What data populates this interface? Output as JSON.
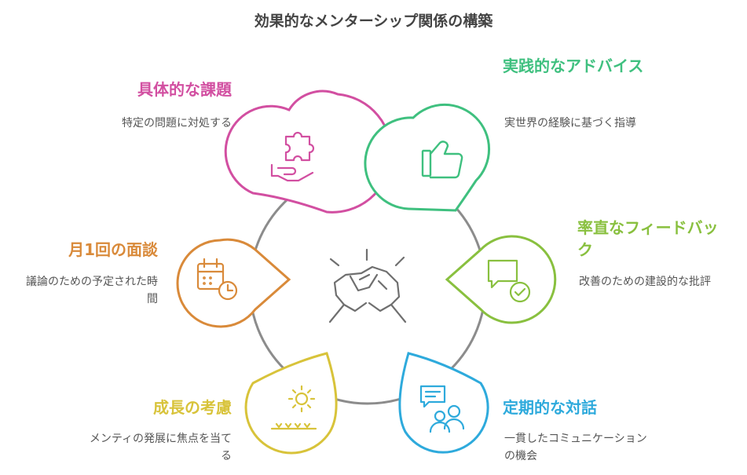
{
  "title": "効果的なメンターシップ関係の構築",
  "center_icon": "handshake-icon",
  "colors": {
    "circle": "#8c8c8c",
    "icon_gray": "#6f6f6f",
    "pink": "#d24fa1",
    "green": "#3fc07f",
    "lime": "#89c03f",
    "orange": "#d98a3a",
    "yellow": "#d8c33a",
    "blue": "#2eaadc"
  },
  "nodes": [
    {
      "id": "concrete-issues",
      "label": "具体的な課題",
      "description": "特定の問題に対処する",
      "icon": "puzzle-hand-icon",
      "color": "#d24fa1"
    },
    {
      "id": "practical-advice",
      "label": "実践的なアドバイス",
      "description": "実世界の経験に基づく指導",
      "icon": "thumbs-up-icon",
      "color": "#3fc07f"
    },
    {
      "id": "monthly-meeting",
      "label": "月1回の面談",
      "description": "議論のための予定された時間",
      "icon": "calendar-clock-icon",
      "color": "#d98a3a"
    },
    {
      "id": "candid-feedback",
      "label": "率直なフィードバック",
      "description": "改善のための建設的な批評",
      "icon": "chat-check-icon",
      "color": "#89c03f"
    },
    {
      "id": "growth-consideration",
      "label": "成長の考慮",
      "description": "メンティの発展に焦点を当てる",
      "icon": "sun-growth-icon",
      "color": "#d8c33a"
    },
    {
      "id": "regular-dialogue",
      "label": "定期的な対話",
      "description": "一貫したコミュニケーションの機会",
      "icon": "people-chat-icon",
      "color": "#2eaadc"
    }
  ]
}
